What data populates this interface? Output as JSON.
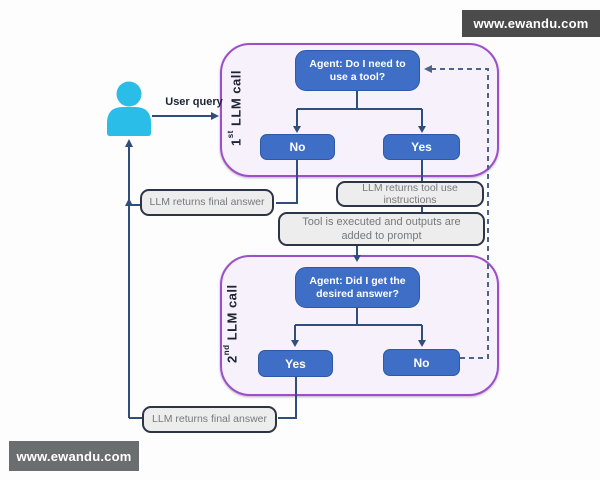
{
  "watermark": {
    "top": "www.ewandu.com",
    "bottom": "www.ewandu.com"
  },
  "user_flow": {
    "query_label": "User query"
  },
  "llm_call_1": {
    "label_number": "1",
    "label_ordinal": "st",
    "label_text": " LLM call",
    "agent_question": "Agent: Do I need to use a tool?",
    "branch_left": "No",
    "branch_right": "Yes"
  },
  "llm_call_2": {
    "label_number": "2",
    "label_ordinal": "nd",
    "label_text": " LLM call",
    "agent_question": "Agent: Did I get the desired answer?",
    "branch_left": "Yes",
    "branch_right": "No"
  },
  "process_boxes": {
    "final_answer_1": "LLM returns final answer",
    "tool_instructions": "LLM returns tool use instructions",
    "tool_execution": "Tool is executed and outputs are added to prompt",
    "final_answer_2": "LLM returns final answer"
  },
  "colors": {
    "container_fill": "#f6f1fb",
    "container_border": "#9d4fca",
    "node_blue": "#3e6ec5",
    "flow_line": "#2f4e7c",
    "dashed_line": "#4d6488",
    "gray_box_fill": "#ededed",
    "gray_box_border": "#2c3547",
    "gray_text": "#77797c",
    "user_icon": "#2abde8",
    "badge_top_bg": "#4b4b4b",
    "badge_bottom_bg": "#6b6e6e"
  }
}
